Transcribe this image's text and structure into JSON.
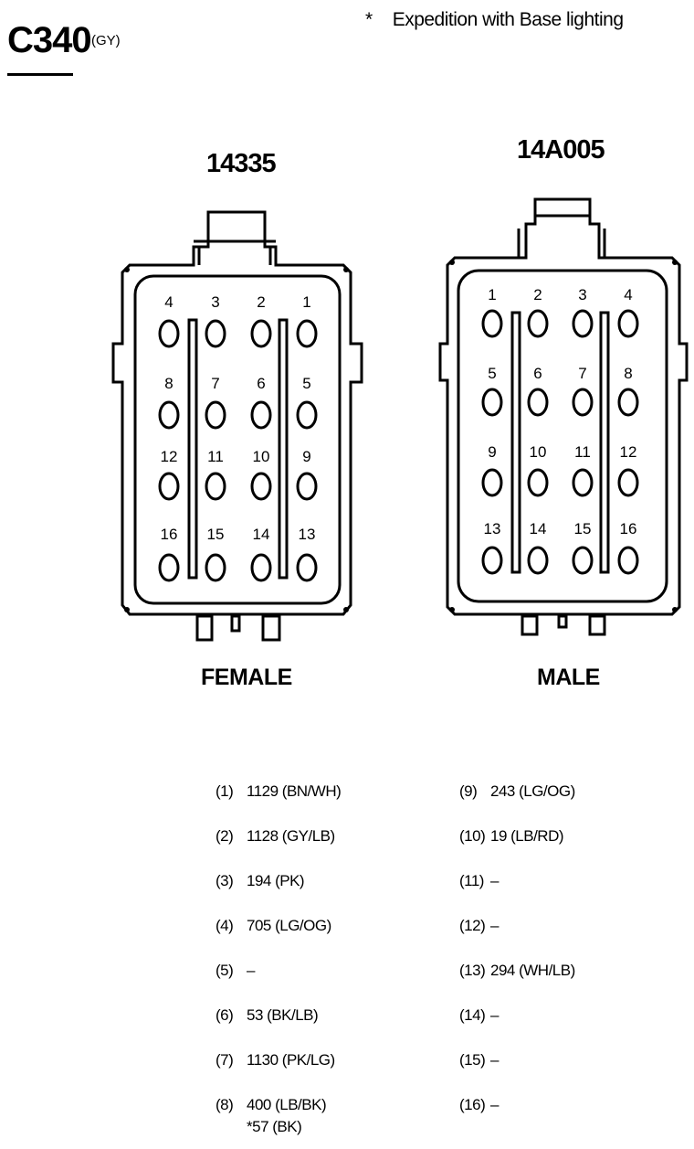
{
  "header": {
    "connector": "C340",
    "color": "(GY)",
    "note_marker": "*",
    "note_text": "Expedition with Base lighting"
  },
  "connectors": {
    "female": {
      "part_number": "14335",
      "gender_label": "FEMALE",
      "pin_rows": [
        [
          "4",
          "3",
          "2",
          "1"
        ],
        [
          "8",
          "7",
          "6",
          "5"
        ],
        [
          "12",
          "11",
          "10",
          "9"
        ],
        [
          "16",
          "15",
          "14",
          "13"
        ]
      ]
    },
    "male": {
      "part_number": "14A005",
      "gender_label": "MALE",
      "pin_rows": [
        [
          "1",
          "2",
          "3",
          "4"
        ],
        [
          "5",
          "6",
          "7",
          "8"
        ],
        [
          "9",
          "10",
          "11",
          "12"
        ],
        [
          "13",
          "14",
          "15",
          "16"
        ]
      ]
    }
  },
  "pinout": {
    "left": [
      {
        "pin": "(1)",
        "circuit": "1129 (BN/WH)"
      },
      {
        "pin": "(2)",
        "circuit": "1128 (GY/LB)"
      },
      {
        "pin": "(3)",
        "circuit": "194 (PK)"
      },
      {
        "pin": "(4)",
        "circuit": "705 (LG/OG)"
      },
      {
        "pin": "(5)",
        "circuit": "–"
      },
      {
        "pin": "(6)",
        "circuit": "53 (BK/LB)"
      },
      {
        "pin": "(7)",
        "circuit": "1130 (PK/LG)"
      },
      {
        "pin": "(8)",
        "circuit": "400 (LB/BK)",
        "extra": "*57 (BK)"
      }
    ],
    "right": [
      {
        "pin": "(9)",
        "circuit": "243 (LG/OG)"
      },
      {
        "pin": "(10)",
        "circuit": "19 (LB/RD)"
      },
      {
        "pin": "(11)",
        "circuit": "–"
      },
      {
        "pin": "(12)",
        "circuit": "–"
      },
      {
        "pin": "(13)",
        "circuit": "294 (WH/LB)"
      },
      {
        "pin": "(14)",
        "circuit": "–"
      },
      {
        "pin": "(15)",
        "circuit": "–"
      },
      {
        "pin": "(16)",
        "circuit": "–"
      }
    ]
  }
}
